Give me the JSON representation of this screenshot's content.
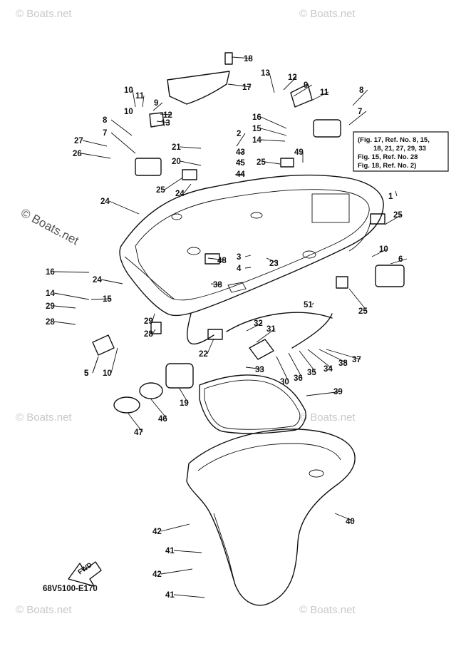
{
  "watermarks": {
    "corner": "© Boats.net",
    "side": "© Boats.net"
  },
  "note": {
    "lines": [
      "(Fig. 17, Ref. No. 8, 15,",
      "18, 21, 27, 29, 33",
      "Fig. 15, Ref. No. 28",
      "Fig. 18, Ref. No. 2)"
    ]
  },
  "fwd_label": "FWD",
  "diagram_code": "68V5100-E170",
  "callouts": [
    "18",
    "17",
    "13",
    "12",
    "9",
    "11",
    "10",
    "8",
    "7",
    "10",
    "11",
    "9",
    "12",
    "13",
    "8",
    "7",
    "27",
    "26",
    "16",
    "15",
    "14",
    "2",
    "43",
    "45",
    "44",
    "21",
    "20",
    "25",
    "24",
    "25",
    "49",
    "1",
    "24",
    "25",
    "10",
    "6",
    "3",
    "48",
    "4",
    "23",
    "38",
    "5",
    "16",
    "14",
    "15",
    "24",
    "29",
    "28",
    "29",
    "28",
    "5",
    "10",
    "51",
    "25",
    "32",
    "31",
    "22",
    "33",
    "37",
    "38",
    "34",
    "35",
    "36",
    "30",
    "39",
    "19",
    "46",
    "47",
    "40",
    "42",
    "41",
    "42",
    "41"
  ]
}
